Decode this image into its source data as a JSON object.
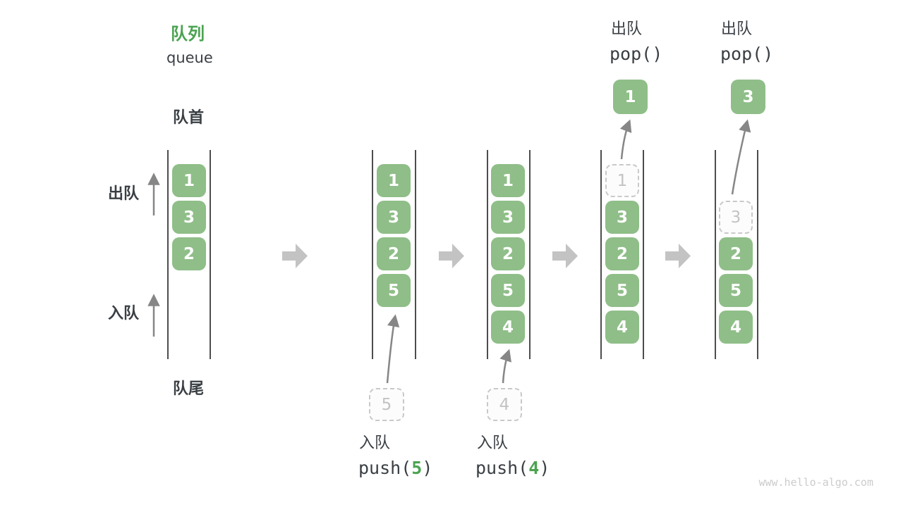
{
  "title": {
    "zh": "队列",
    "en": "queue"
  },
  "side_labels": {
    "front": "队首",
    "rear": "队尾",
    "dequeue": "出队",
    "enqueue": "入队"
  },
  "operations": {
    "push5": {
      "label_zh": "入队",
      "fn_open": "push(",
      "arg": "5",
      "fn_close": ")"
    },
    "push4": {
      "label_zh": "入队",
      "fn_open": "push(",
      "arg": "4",
      "fn_close": ")"
    },
    "pop1": {
      "label_zh": "出队",
      "fn": "pop()"
    },
    "pop2": {
      "label_zh": "出队",
      "fn": "pop()"
    }
  },
  "states": [
    {
      "cells": [
        "1",
        "3",
        "2"
      ]
    },
    {
      "cells": [
        "1",
        "3",
        "2",
        "5"
      ],
      "incoming": "5"
    },
    {
      "cells": [
        "1",
        "3",
        "2",
        "5",
        "4"
      ],
      "incoming": "4"
    },
    {
      "removed": "1",
      "cells": [
        "3",
        "2",
        "5",
        "4"
      ],
      "popped": "1"
    },
    {
      "removed": "3",
      "cells": [
        "2",
        "5",
        "4"
      ],
      "popped": "3"
    }
  ],
  "colors": {
    "accent_green": "#4ba351",
    "box_green": "#8fbe88",
    "text_dark": "#3a3f44",
    "block_arrow_gray": "#c3c3c3",
    "thin_arrow_gray": "#868686",
    "dashed_gray": "#c9c9c9"
  },
  "watermark": "www.hello-algo.com"
}
